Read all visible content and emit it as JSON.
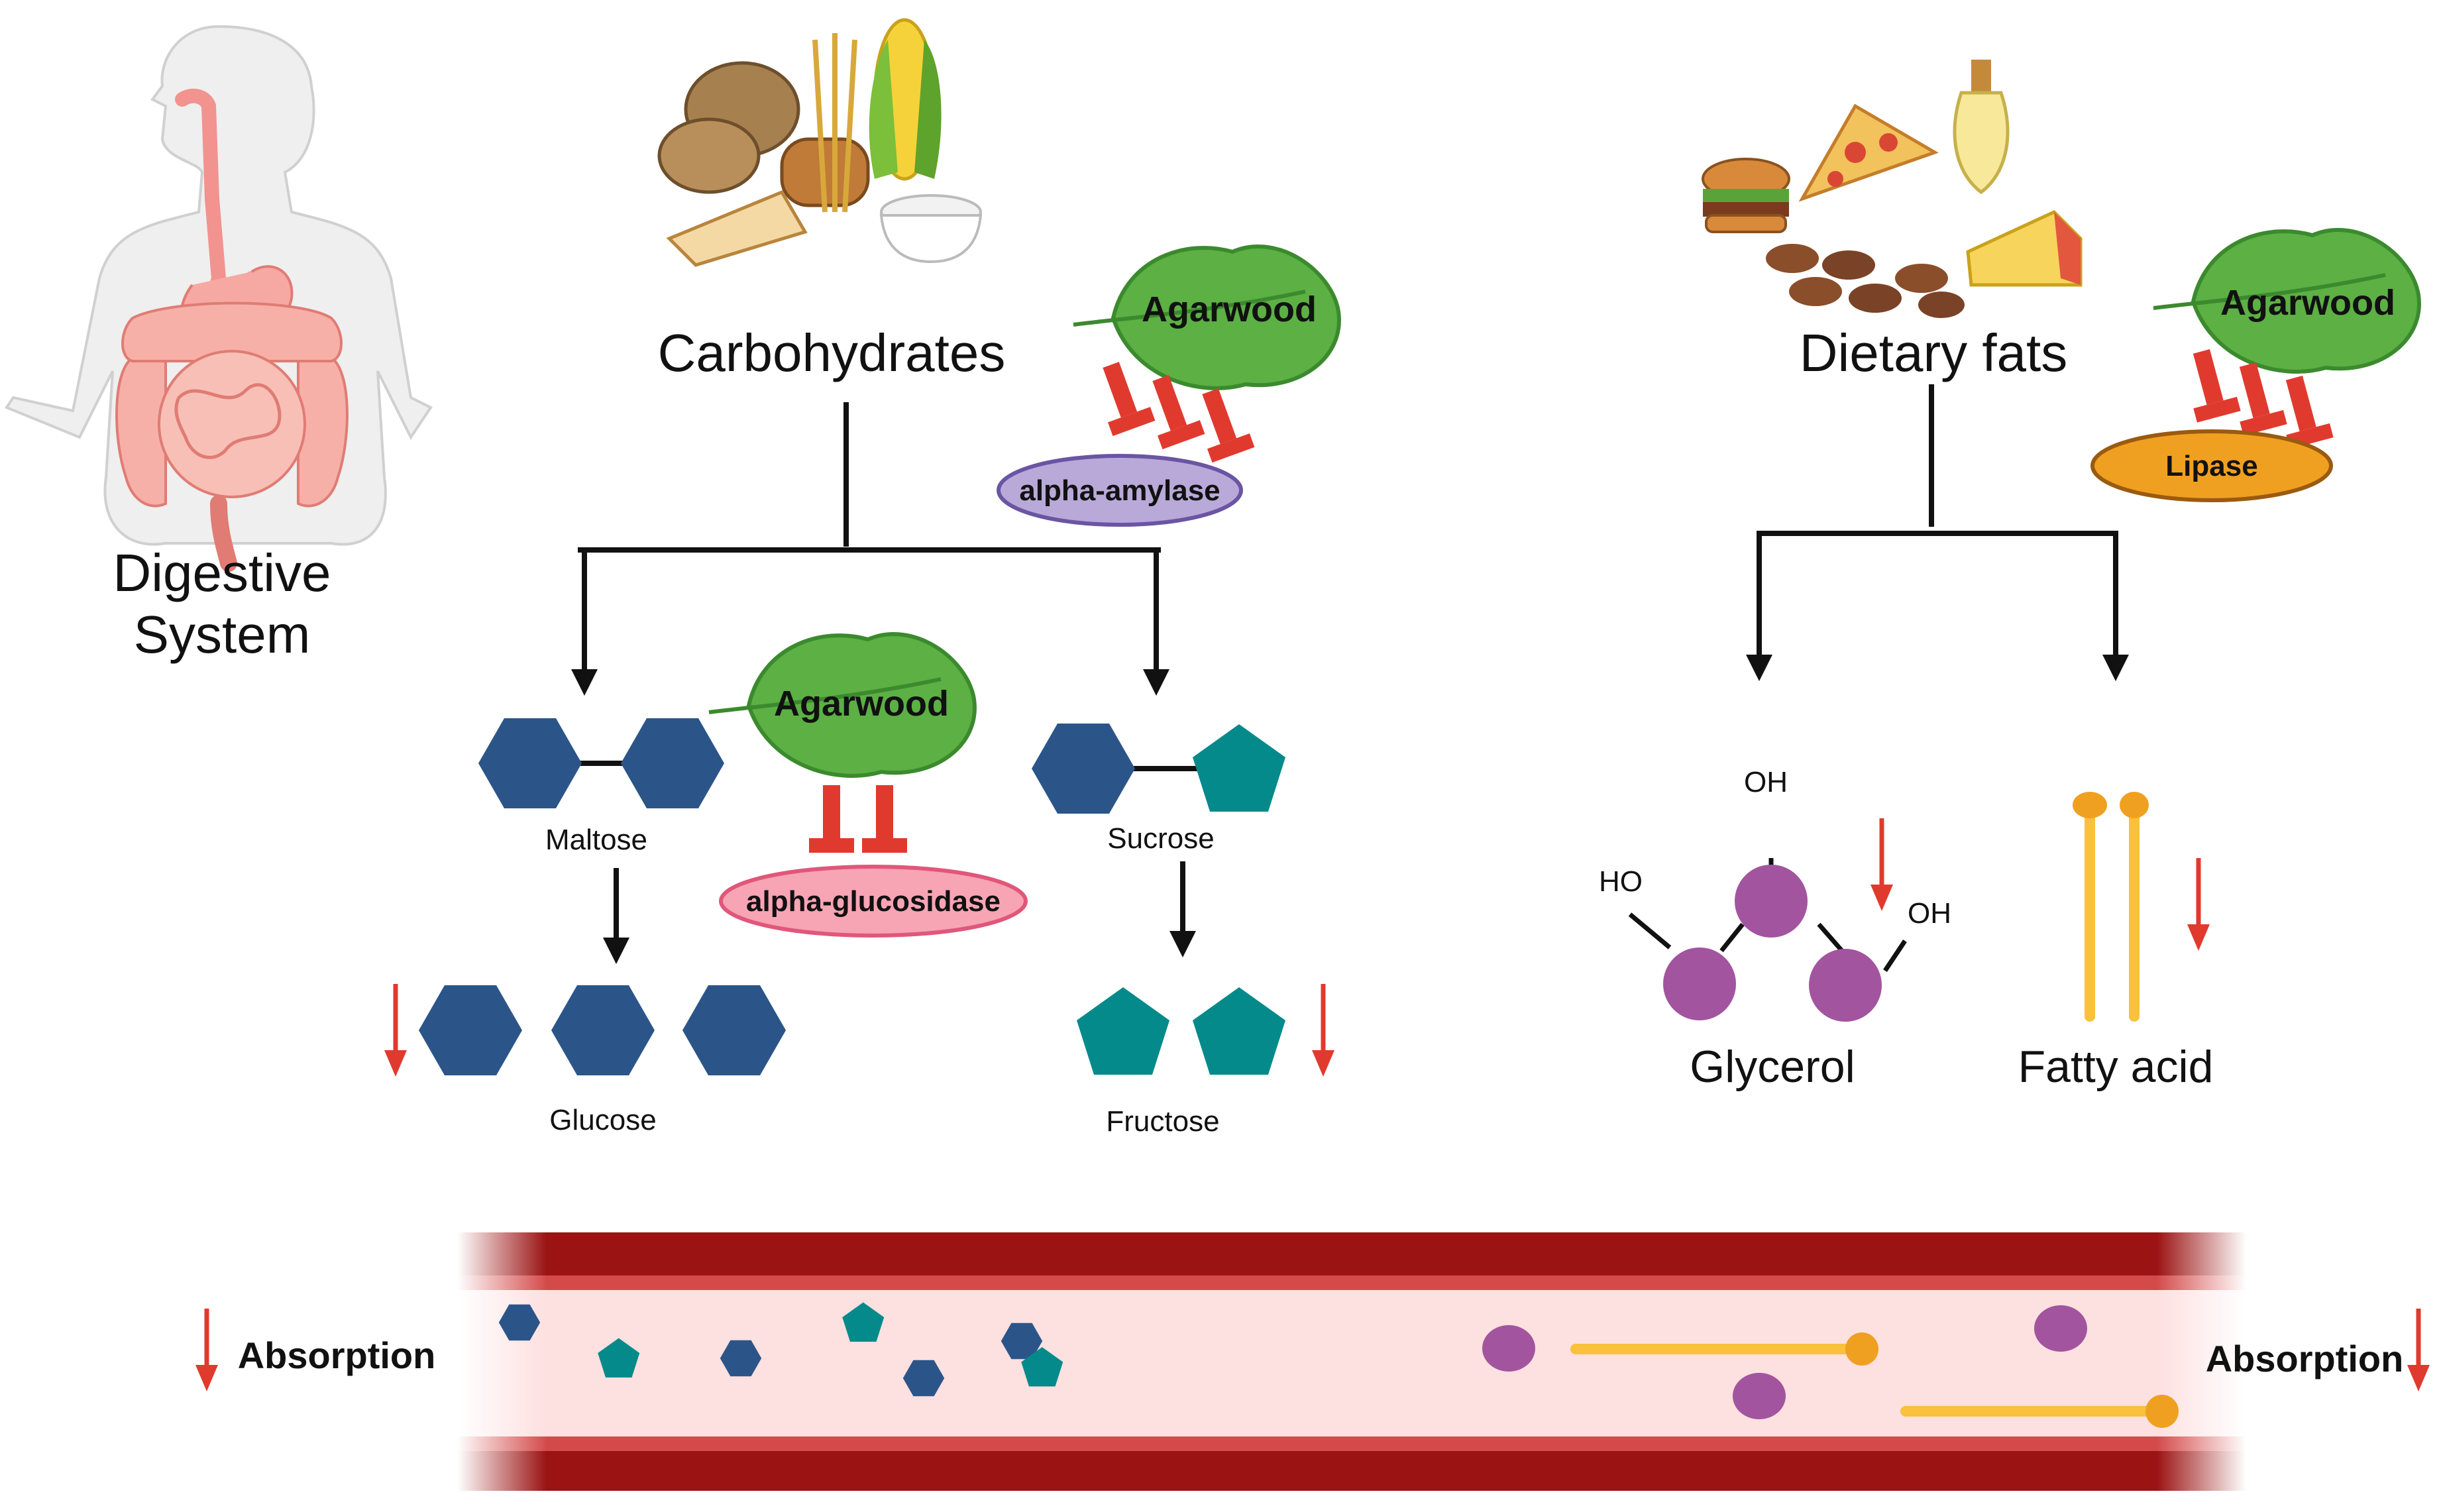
{
  "digestive": {
    "line1": "Digestive",
    "line2": "System"
  },
  "carbs": {
    "title": "Carbohydrates",
    "agarwood_top": "Agarwood",
    "enzyme1": "alpha-amylase",
    "agarwood_mid": "Agarwood",
    "enzyme2": "alpha-glucosidase",
    "maltose": "Maltose",
    "sucrose": "Sucrose",
    "glucose": "Glucose",
    "fructose": "Fructose"
  },
  "fats": {
    "title": "Dietary fats",
    "agarwood": "Agarwood",
    "enzyme": "Lipase",
    "oh_top": "OH",
    "ho_left": "HO",
    "oh_right": "OH",
    "glycerol": "Glycerol",
    "fatty_acid": "Fatty acid"
  },
  "vessel": {
    "absorption_left": "Absorption",
    "absorption_right": "Absorption"
  },
  "colors": {
    "hexagon": "#2b5589",
    "pentagon": "#048a8a",
    "glycerol": "#a2559e",
    "fatty_acid": "#f9c13c",
    "inhibit": "#e03a2f",
    "leaf": "#5cb044",
    "amylase": "#b9a9d9",
    "glucosidase": "#f7a4b5",
    "lipase": "#f0a020",
    "vessel_wall": "#9b1313",
    "vessel_lumen": "#fde0e0"
  }
}
